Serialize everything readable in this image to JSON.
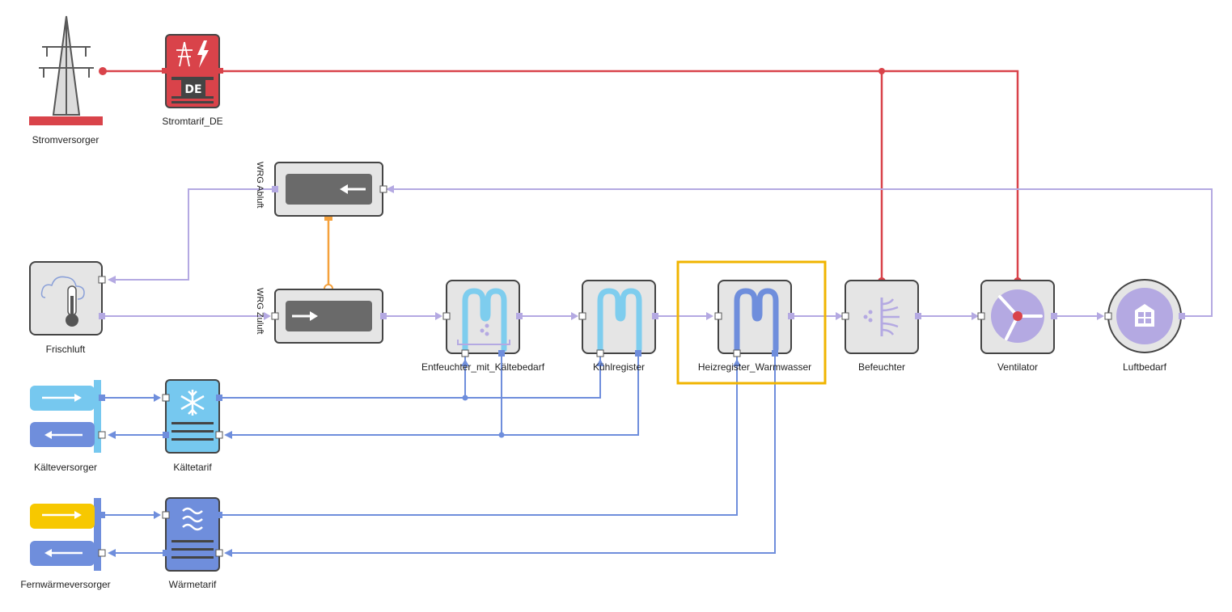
{
  "colors": {
    "electric": "#d9434a",
    "air": "#b4a9e2",
    "water": "#6f8edc",
    "heat": "#f5a13c",
    "cold_supply": "#76c8ef",
    "district_heat_supply": "#f7c800",
    "selection": "#f0b400",
    "block_fill": "#e5e5e5",
    "block_border": "#444444"
  },
  "blocks": {
    "stromversorger": {
      "label": "Stromversorger",
      "icon": "power-pylon-icon"
    },
    "stromtarif": {
      "label": "Stromtarif_DE",
      "icon": "electricity-tariff-icon",
      "tag": "DE"
    },
    "wrg_abluft": {
      "label": "WRG Abluft",
      "icon": "heat-recovery-exhaust-icon"
    },
    "wrg_zuluft": {
      "label": "WRG Zuluft",
      "icon": "heat-recovery-supply-icon"
    },
    "frischluft": {
      "label": "Frischluft",
      "icon": "weather-thermometer-icon"
    },
    "entfeuchter": {
      "label": "Entfeuchter_mit_Kältebedarf",
      "icon": "dehumidifier-coil-icon"
    },
    "kuehlregister": {
      "label": "Kühlregister",
      "icon": "cooling-coil-icon"
    },
    "heizregister": {
      "label": "Heizregister_Warmwasser",
      "icon": "heating-coil-icon",
      "selected": true
    },
    "befeuchter": {
      "label": "Befeuchter",
      "icon": "humidifier-icon"
    },
    "ventilator": {
      "label": "Ventilator",
      "icon": "fan-icon"
    },
    "luftbedarf": {
      "label": "Luftbedarf",
      "icon": "building-icon"
    },
    "kaelteversorger": {
      "label": "Kälteversorger",
      "icon": "cold-supply-icon"
    },
    "kaeltetarif": {
      "label": "Kältetarif",
      "icon": "snowflake-tariff-icon"
    },
    "fernwaermeversorger": {
      "label": "Fernwärmeversorger",
      "icon": "district-heat-supply-icon"
    },
    "waermetarif": {
      "label": "Wärmetarif",
      "icon": "heat-wave-tariff-icon"
    }
  }
}
